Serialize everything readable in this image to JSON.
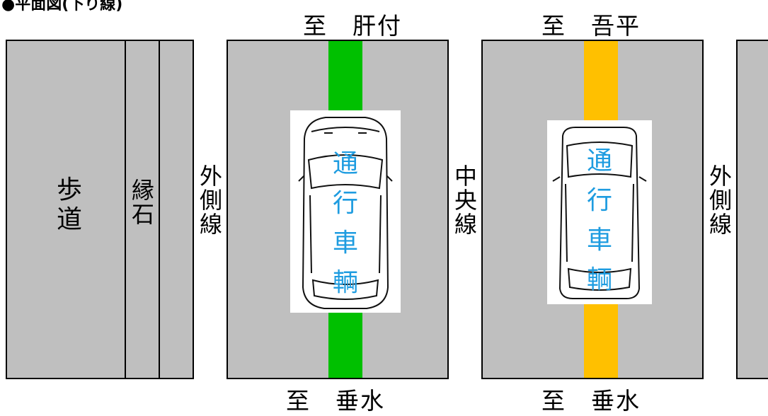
{
  "title": "●平面図(下り線)",
  "directions": {
    "top_left": "至　肝付",
    "top_right": "至　吾平",
    "bottom_left": "至　垂水",
    "bottom_right": "至　垂水"
  },
  "labels": {
    "sidewalk": "歩道",
    "curb": "縁石",
    "outer_line_left": "外側線",
    "center_line": "中央線",
    "outer_line_right": "外側線"
  },
  "vehicles": {
    "left": "通行車輌",
    "right": "通行車輌"
  },
  "colors": {
    "road": "#bfbfbf",
    "left_lane_marker": "#00c000",
    "right_lane_marker": "#ffc000",
    "vehicle_text": "#1e9ce0"
  }
}
